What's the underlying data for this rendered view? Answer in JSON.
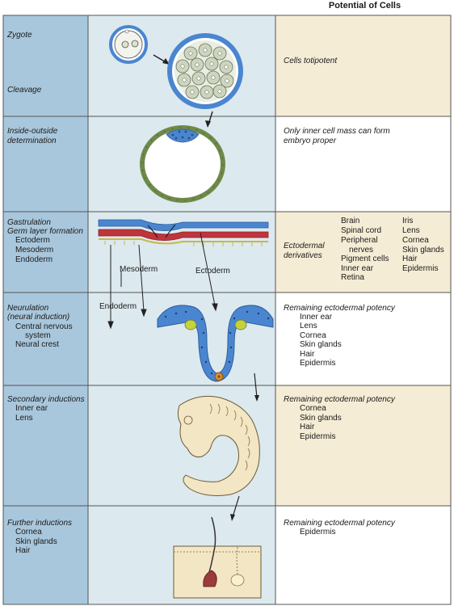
{
  "header": {
    "title": "Potential of Cells"
  },
  "rows": [
    {
      "stages": [
        "Zygote",
        "Cleavage"
      ],
      "details": [],
      "potential_title": "Cells totipotent",
      "potential_items": []
    },
    {
      "stages": [
        "Inside-outside determination"
      ],
      "details": [],
      "potential_title": "Only inner cell mass can form embryo proper",
      "potential_items": []
    },
    {
      "stages": [
        "Gastrulation",
        "Germ layer formation"
      ],
      "details": [
        "Ectoderm",
        "Mesoderm",
        "Endoderm"
      ],
      "potential_title": "Ectodermal derivatives",
      "col1": [
        "Brain",
        "Spinal cord",
        "Peripheral",
        "nerves",
        "Pigment cells",
        "Inner ear",
        "Retina"
      ],
      "col2": [
        "Iris",
        "Lens",
        "Cornea",
        "Skin glands",
        "Hair",
        "Epidermis"
      ]
    },
    {
      "stages": [
        "Neurulation",
        "(neural induction)"
      ],
      "details": [
        "Central nervous",
        "system",
        "Neural crest"
      ],
      "potential_title": "Remaining ectodermal potency",
      "potential_items": [
        "Inner ear",
        "Lens",
        "Cornea",
        "Skin glands",
        "Hair",
        "Epidermis"
      ]
    },
    {
      "stages": [
        "Secondary inductions"
      ],
      "details": [
        "Inner ear",
        "Lens"
      ],
      "potential_title": "Remaining ectodermal potency",
      "potential_items": [
        "Cornea",
        "Skin glands",
        "Hair",
        "Epidermis"
      ]
    },
    {
      "stages": [
        "Further inductions"
      ],
      "details": [
        "Cornea",
        "Skin glands",
        "Hair"
      ],
      "potential_title": "Remaining ectodermal potency",
      "potential_items": [
        "Epidermis"
      ]
    }
  ],
  "diagram_labels": {
    "mesoderm": "Mesoderm",
    "ectoderm": "Ectoderm",
    "endoderm": "Endoderm"
  },
  "colors": {
    "left_panel": "#a9c7dc",
    "center_panel": "#dce9ef",
    "potential_tan": "#f5ecd5",
    "blue_layer": "#4a86d0",
    "red_layer": "#c0343c",
    "green_cell": "#6e8a4a",
    "embryo": "#f3e6c4"
  }
}
